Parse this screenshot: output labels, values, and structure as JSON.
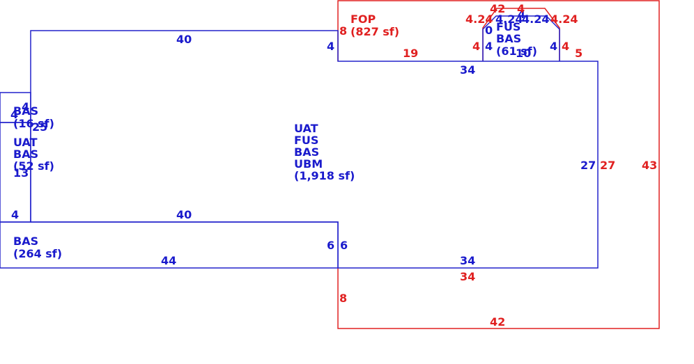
{
  "areas": {
    "main": [
      "UAT",
      "FUS",
      "BAS",
      "UBM",
      "(1,918 sf)"
    ],
    "left_top": [
      "BAS",
      "(16 sf)"
    ],
    "left_mid": [
      "UAT",
      "BAS",
      "(52 sf)"
    ],
    "bottom": [
      "BAS",
      "(264 sf)"
    ],
    "fop": [
      "FOP",
      "(827 sf)"
    ],
    "bay": [
      "FUS",
      "BAS",
      "(61 sf)"
    ]
  },
  "dims": {
    "main_top": "40",
    "main_bottom_inner": "40",
    "main_right_top": "34",
    "main_right_bottom": "34",
    "main_right_side": "27",
    "main_step": "4",
    "left_top_w": "4",
    "left_top_h": "4",
    "left_mid_w": "25",
    "left_mid_h": "13",
    "left_mid_bottom": "4",
    "bottom_w": "44",
    "bottom_h_left": "6",
    "bottom_h_right": "6",
    "bay_side_left": "4",
    "bay_side_right": "4",
    "bay_diag_left": "4.24",
    "bay_diag_right": "4.24",
    "bay_top": "4",
    "bay_bottom": "10",
    "bay_zero": "0",
    "fop_top": "42",
    "fop_bottom": "42",
    "fop_right": "43",
    "fop_left_top": "8",
    "fop_left_bottom": "8",
    "fop_notch": "19",
    "fop_bay_left": "4",
    "fop_bay_right": "4",
    "fop_bay_diag_left": "4.24",
    "fop_bay_diag_right": "4.24",
    "fop_bay_top": "4",
    "fop_right_notch": "5",
    "fop_inner_right": "27",
    "fop_inner_bottom": "34"
  },
  "colors": {
    "blue": "#2222cc",
    "red": "#e02020"
  }
}
